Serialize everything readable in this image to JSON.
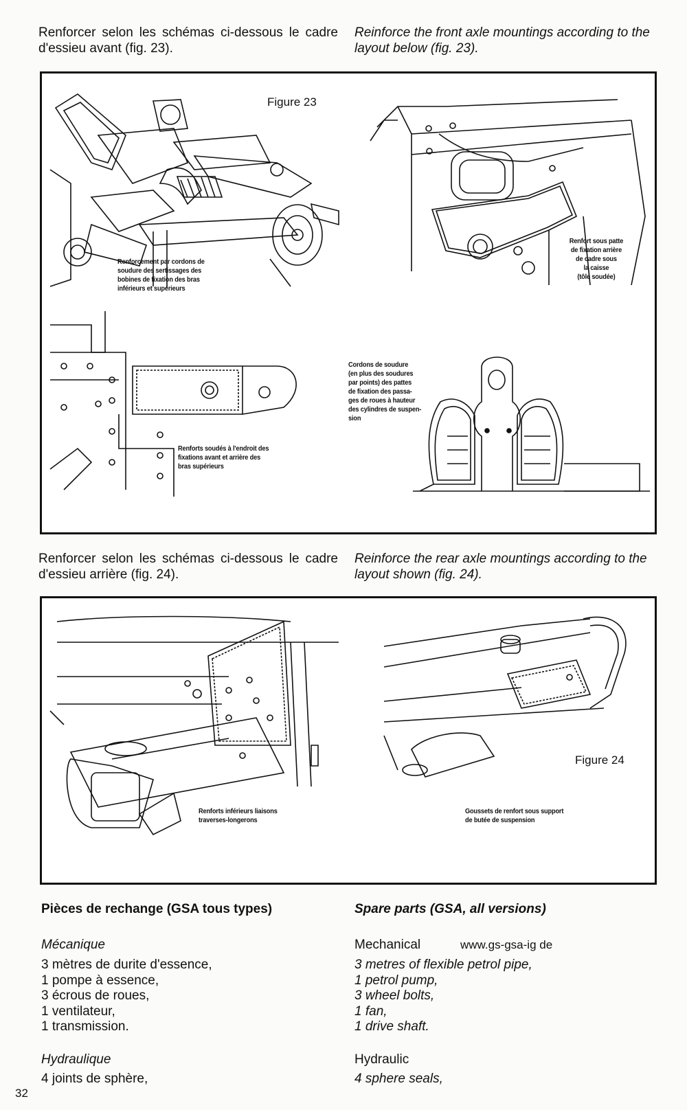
{
  "intro_front": {
    "fr": "Renforcer selon les schémas ci-dessous le cadre d'essieu avant (fig. 23).",
    "en": "Reinforce the front axle mountings according to the layout below (fig. 23)."
  },
  "figure23": {
    "title": "Figure 23",
    "captions": {
      "top_left": [
        "Renforcement par cordons de",
        "soudure des sertissages des",
        "bobines de fixation des bras",
        "inférieurs et supérieurs"
      ],
      "top_right": [
        "Renfort sous patte",
        "de fixation arrière",
        "de cadre sous",
        "la caisse",
        "(tôle soudée)"
      ],
      "bottom_left": [
        "Renforts soudés à l'endroit des",
        "fixations avant et arrière des",
        "bras supérieurs"
      ],
      "bottom_right": [
        "Cordons de soudure",
        "(en plus des soudures",
        "par points) des pattes",
        "de fixation des passa-",
        "ges de roues à hauteur",
        "des cylindres de suspen-",
        "sion"
      ]
    }
  },
  "intro_rear": {
    "fr": "Renforcer selon les schémas ci-dessous le cadre d'essieu arrière (fig. 24).",
    "en": "Reinforce the rear axle mountings according to the layout shown (fig. 24)."
  },
  "figure24": {
    "title": "Figure 24",
    "captions": {
      "left": [
        "Renforts inférieurs liaisons",
        "traverses-longerons"
      ],
      "right": [
        "Goussets de renfort sous support",
        "de butée de suspension"
      ]
    }
  },
  "spare_parts": {
    "fr": {
      "heading": "Pièces de rechange (GSA tous types)",
      "mechanical_heading": "Mécanique",
      "mechanical_items": [
        "3 mètres de durite d'essence,",
        "1 pompe à essence,",
        "3 écrous de roues,",
        "1 ventilateur,",
        "1 transmission."
      ],
      "hydraulic_heading": "Hydraulique",
      "hydraulic_items": [
        "4 joints de sphère,"
      ]
    },
    "en": {
      "heading": "Spare parts (GSA, all versions)",
      "mechanical_heading": "Mechanical",
      "website": "www.gs-gsa-ig de",
      "mechanical_items": [
        "3 metres of flexible petrol pipe,",
        "1 petrol pump,",
        "3 wheel bolts,",
        "1 fan,",
        "1 drive shaft."
      ],
      "hydraulic_heading": "Hydraulic",
      "hydraulic_items": [
        "4 sphere seals,"
      ]
    }
  },
  "page_number": "32"
}
